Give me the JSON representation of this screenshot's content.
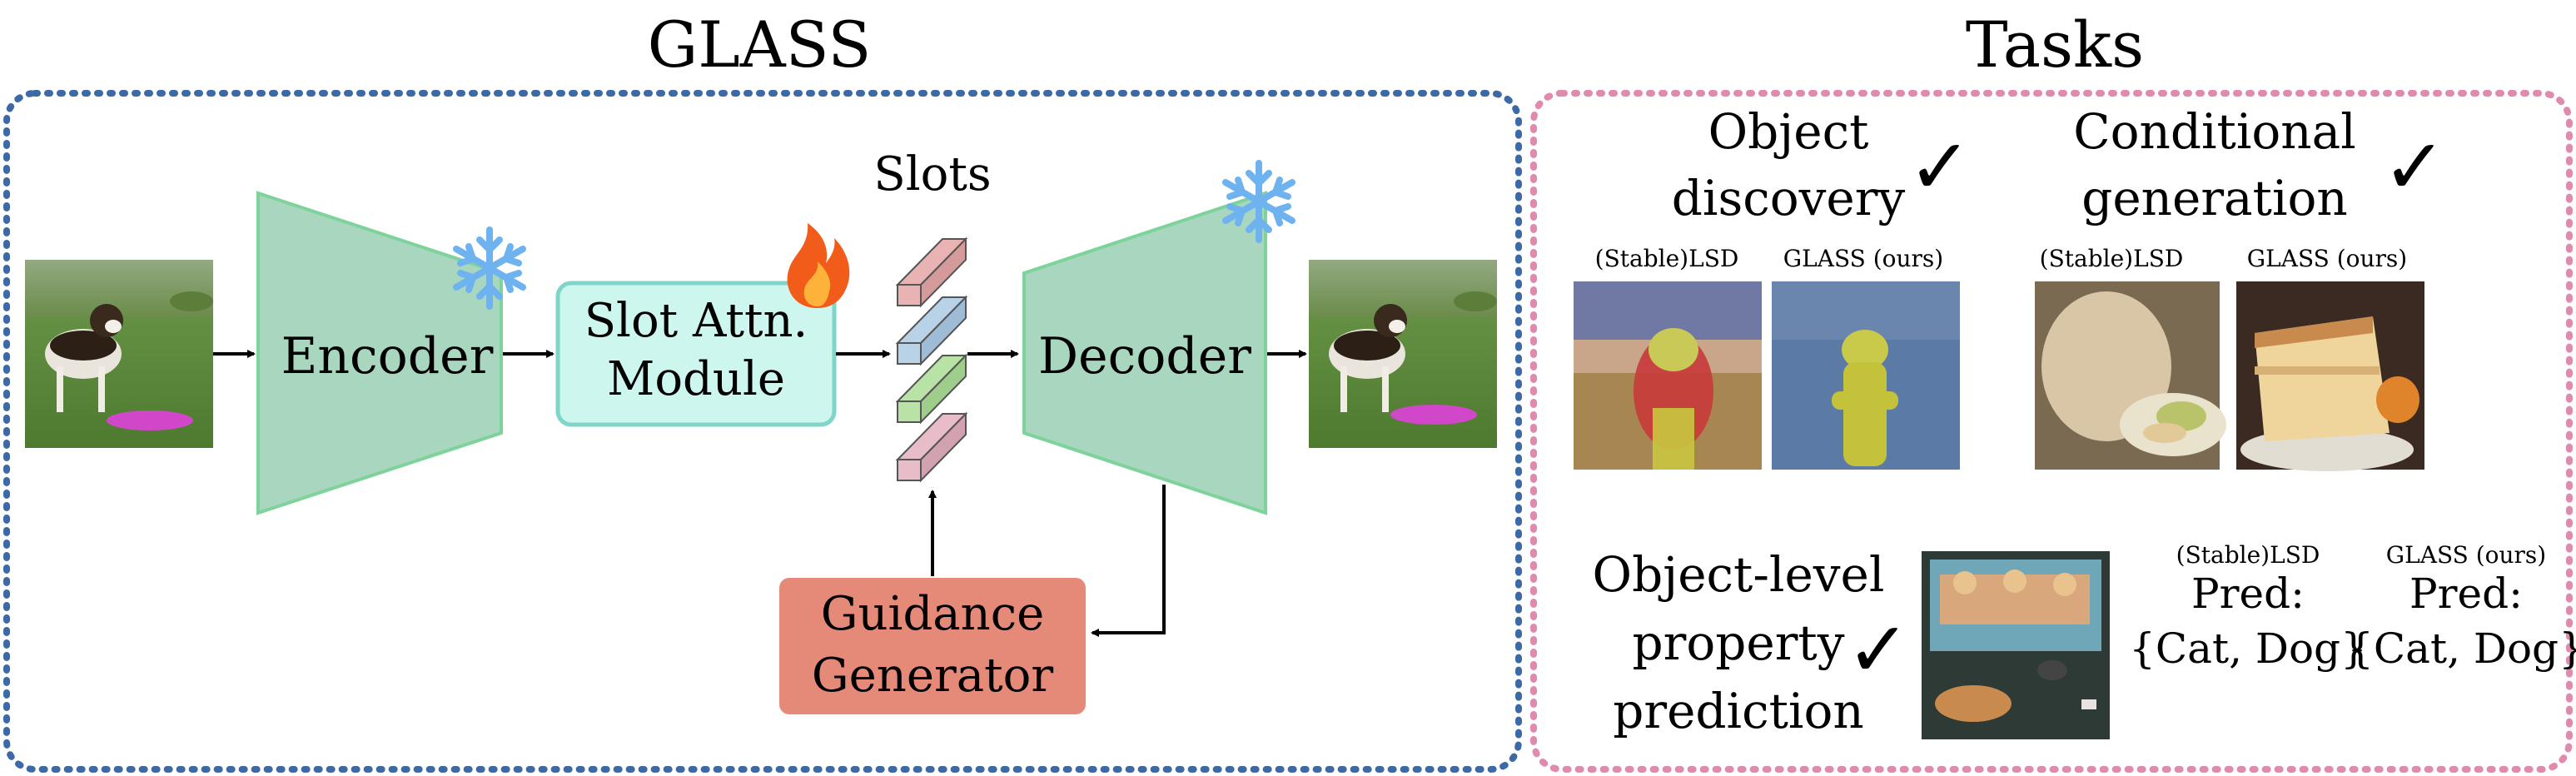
{
  "glass": {
    "title": "GLASS",
    "encoder_label": "Encoder",
    "slot_attn_line1": "Slot Attn.",
    "slot_attn_line2": "Module",
    "slots_label": "Slots",
    "decoder_label": "Decoder",
    "guidance_line1": "Guidance",
    "guidance_line2": "Generator",
    "input_image_desc": "dog-frisbee-input",
    "output_image_desc": "dog-frisbee-output"
  },
  "tasks": {
    "title": "Tasks",
    "object_discovery": {
      "line1": "Object",
      "line2": "discovery",
      "check": "✓",
      "caption_left": "(Stable)LSD",
      "caption_right": "GLASS (ours)"
    },
    "conditional_generation": {
      "line1": "Conditional",
      "line2": "generation",
      "check": "✓",
      "caption_left": "(Stable)LSD",
      "caption_right": "GLASS (ours)"
    },
    "property_prediction": {
      "line1": "Object-level",
      "line2": "property",
      "line3": "prediction",
      "check": "✓",
      "caption_left": "(Stable)LSD",
      "caption_right": "GLASS (ours)",
      "pred_label": "Pred:",
      "pred_left": "{Cat, Dog}",
      "pred_right": "{Cat, Dog}"
    }
  },
  "colors": {
    "left_border": "#3d6aa6",
    "right_border": "#e08aae",
    "trapezoid_fill": "#a9d6be",
    "trapezoid_stroke": "#7dd39a",
    "slot_attn_fill": "#cdf6ee",
    "slot_attn_stroke": "#7fd6c8",
    "guidance_fill": "#e58a78",
    "slot_red": "#eab3b3",
    "slot_blue": "#b8d2e8",
    "slot_green": "#b9e3a6",
    "slot_pink": "#e8bcc8",
    "fire": "#f25c1b",
    "snowflake": "#6eb3f0"
  }
}
